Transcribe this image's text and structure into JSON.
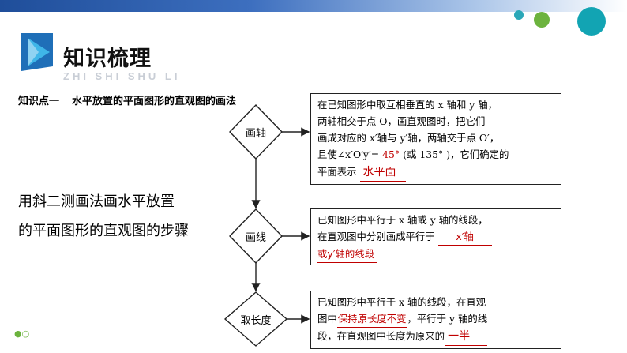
{
  "section": {
    "title": "知识梳理",
    "subtitle": "ZHI SHI SHU LI"
  },
  "point": {
    "label": "知识点一",
    "text": "水平放置的平面图形的直观图的画法"
  },
  "side_text": {
    "line1": "用斜二测画法画水平放置",
    "line2": "的平面图形的直观图的步骤"
  },
  "steps": [
    {
      "node": "画轴",
      "lines": [
        "在已知图形中取互相垂直的 x 轴和 y 轴，",
        "两轴相交于点 O，画直观图时，把它们",
        "画成对应的 x′轴与 y′轴，两轴交于点 O′，"
      ],
      "angle_prefix": "且使∠x′O′y′=",
      "angle_answer": "45°",
      "angle_middle": "(或",
      "angle_alt": "135°",
      "angle_suffix": ")，它们确定的",
      "plane_prefix": "平面表示",
      "plane_answer": "水平面"
    },
    {
      "node": "画线",
      "line1": "已知图形中平行于 x 轴或 y 轴的线段，",
      "line2_prefix": "在直观图中分别画成平行于",
      "answer1": "x′轴",
      "answer2": "或y′轴的线段"
    },
    {
      "node": "取长度",
      "line1": "已知图形中平行于 x 轴的线段，在直观",
      "line2_prefix": "图中",
      "answer1": "保持原长度不变",
      "line2_suffix": "，平行于 y 轴的线",
      "line3_prefix": "段，在直观图中长度为原来的",
      "answer2": "一半"
    }
  ],
  "colors": {
    "accent": "#c00000",
    "brand_blue": "#1f4e9a",
    "teal": "#17a2b8",
    "green": "#6cb33e"
  }
}
